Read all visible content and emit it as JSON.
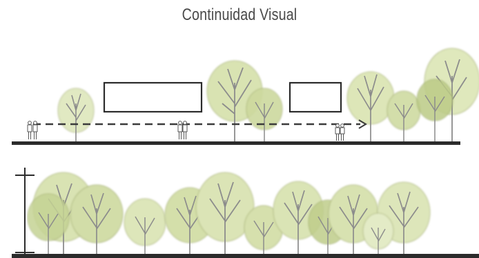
{
  "title": "Continuidad Visual",
  "colors": {
    "foliage_light": "#e6ecc8",
    "foliage_mid": "#cfdba2",
    "foliage_dark": "#b7c785",
    "trunk": "#8c8c8c",
    "ground": "#2b2b2b",
    "outline": "#333333"
  },
  "top_section": {
    "sight_line_style": "dashed-arrow",
    "billboard_count": 2,
    "person_count": 3,
    "tree_count": 7
  },
  "bottom_section": {
    "height_marker": "vertical-dimension-line",
    "tree_count": 12
  }
}
